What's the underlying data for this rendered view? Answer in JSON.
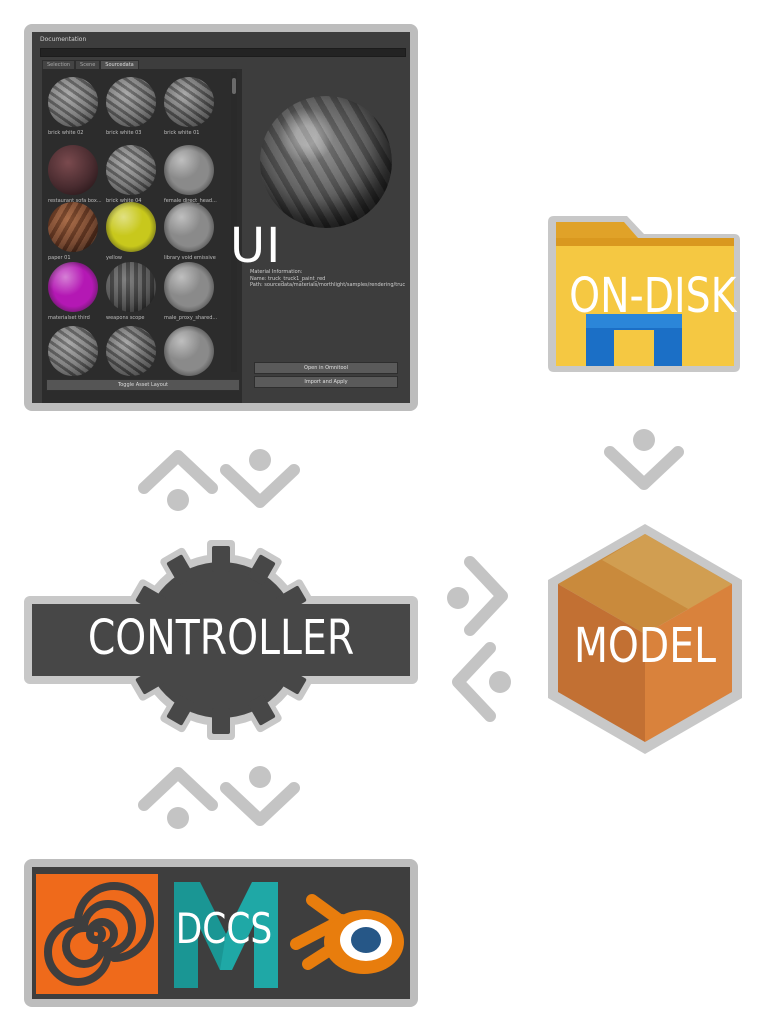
{
  "ui_window": {
    "title": "Documentation",
    "tabs": [
      "Selection",
      "Scene",
      "Sourcedata"
    ],
    "active_tab": "Sourcedata",
    "thumbnails": [
      {
        "caption": "brick white 02",
        "color": "#6e6e6e",
        "style": "rock"
      },
      {
        "caption": "brick white 03",
        "color": "#6a6a6a",
        "style": "rock"
      },
      {
        "caption": "brick white 01",
        "color": "#5e5e5e",
        "style": "rock"
      },
      {
        "caption": "restaurant sofa box...",
        "color": "#4a2c30",
        "style": "leather"
      },
      {
        "caption": "brick white 04",
        "color": "#6c6c6c",
        "style": "rock"
      },
      {
        "caption": "female direct_head...",
        "color": "#8a8a8a",
        "style": "plain"
      },
      {
        "caption": "paper 01",
        "color": "#6a3a24",
        "style": "paper"
      },
      {
        "caption": "yellow",
        "color": "#c8c81c",
        "style": "plain"
      },
      {
        "caption": "library void emissive",
        "color": "#8a8a8a",
        "style": "plain"
      },
      {
        "caption": "materialset third",
        "color": "#b418b4",
        "style": "plain"
      },
      {
        "caption": "weapons scope",
        "color": "#4a4a4a",
        "style": "metal"
      },
      {
        "caption": "male_proxy_shared...",
        "color": "#8a8a8a",
        "style": "plain"
      },
      {
        "caption": "",
        "color": "#707070",
        "style": "rock"
      },
      {
        "caption": "",
        "color": "#5a5a5a",
        "style": "rock"
      },
      {
        "caption": "",
        "color": "#8a8a8a",
        "style": "plain"
      }
    ],
    "toggle_button": "Toggle Asset Layout",
    "info_heading": "Material Information:",
    "info_name": "Name: truck_truck1_paint_red",
    "info_path": "Path: sourcedata/materials/morthlight/samples/rendering/truck/trus",
    "open_button": "Open in Omnitool",
    "import_button": "Import and Apply"
  },
  "labels": {
    "ui": "UI",
    "on_disk": "ON-DISK",
    "controller": "CONTROLLER",
    "model": "MODEL",
    "dccs": "DCCS"
  },
  "colors": {
    "panel_border": "#bdbdbd",
    "panel_dark": "#3d3d3d",
    "arrow_grey": "#c4c4c4",
    "gear_dark": "#474747",
    "folder_yellow": "#f5c842",
    "folder_tab": "#e0a228",
    "folder_blue": "#1b6fc6",
    "cube_orange": "#d9823c",
    "cube_brown": "#c27033",
    "cube_tan": "#d1a053",
    "houdini_orange": "#ef6a1b",
    "maya_teal": "#1fa8a6",
    "blender_orange": "#e87d0d",
    "blender_blue": "#265787"
  },
  "icons": [
    "folder-icon",
    "cube-icon",
    "gear-icon",
    "houdini-icon",
    "maya-icon",
    "blender-icon",
    "chevron-arrow-icon"
  ]
}
